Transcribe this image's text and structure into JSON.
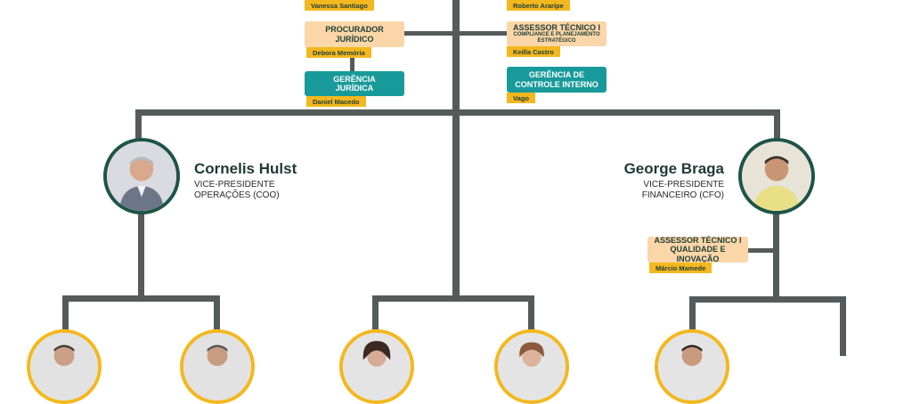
{
  "top": {
    "left_tag": "Vanessa Santiago",
    "right_tag": "Roberto Araripe"
  },
  "procurador": {
    "title": "PROCURADOR JURÍDICO",
    "person": "Debora Memória"
  },
  "gerencia_juridica": {
    "title": "GERÊNCIA JURÍDICA",
    "person": "Daniel Macedo"
  },
  "assessor_compliance": {
    "title": "ASSESSOR TÉCNICO I",
    "subtitle": "COMPLIANCE E PLANEJAMENTO ESTRATÉGICO",
    "person": "Keilla Castro"
  },
  "controle_interno": {
    "title": "GERÊNCIA DE CONTROLE INTERNO",
    "person": "Vago"
  },
  "coo": {
    "name": "Cornelis Hulst",
    "role_line1": "VICE-PRESIDENTE",
    "role_line2": "OPERAÇÕES (COO)"
  },
  "cfo": {
    "name": "George Braga",
    "role_line1": "VICE-PRESIDENTE",
    "role_line2": "FINANCEIRO (CFO)"
  },
  "assessor_qualidade": {
    "title": "ASSESSOR TÉCNICO I QUALIDADE E INOVAÇÃO",
    "person": "Márcio Mamede"
  },
  "colors": {
    "line": "#555a5a",
    "teal": "#199a9a",
    "peach": "#fbd6a8",
    "yellow": "#f3b81f",
    "dark_green": "#1e5448"
  }
}
